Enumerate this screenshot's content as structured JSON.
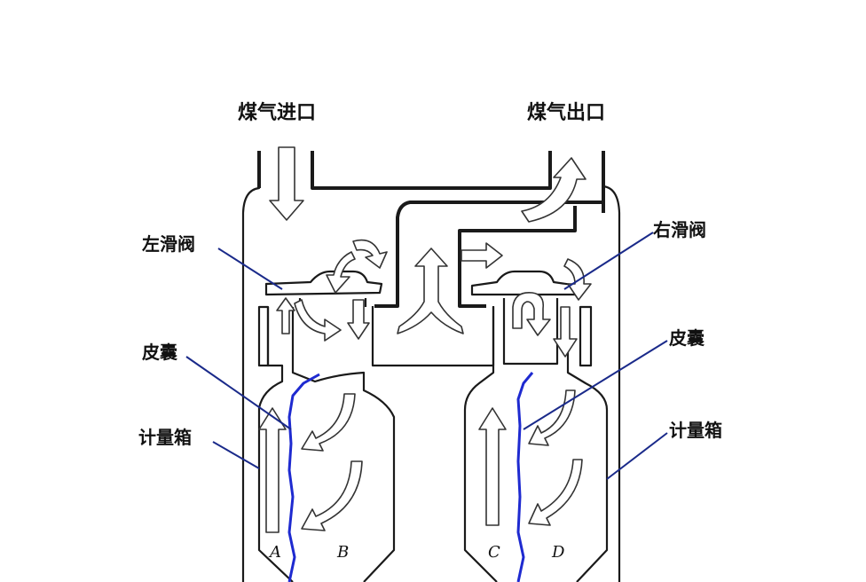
{
  "labels": {
    "gas_inlet": "煤气进口",
    "gas_outlet": "煤气出口",
    "left_slide_valve": "左滑阀",
    "right_slide_valve": "右滑阀",
    "diaphragm_left": "皮囊",
    "diaphragm_right": "皮囊",
    "meter_box_left": "计量箱",
    "meter_box_right": "计量箱"
  },
  "chambers": [
    "A",
    "B",
    "C",
    "D"
  ],
  "colors": {
    "diaphragm": "#1e2ad0",
    "leader": "#1a2a8a",
    "outline": "#1a1a1a"
  }
}
